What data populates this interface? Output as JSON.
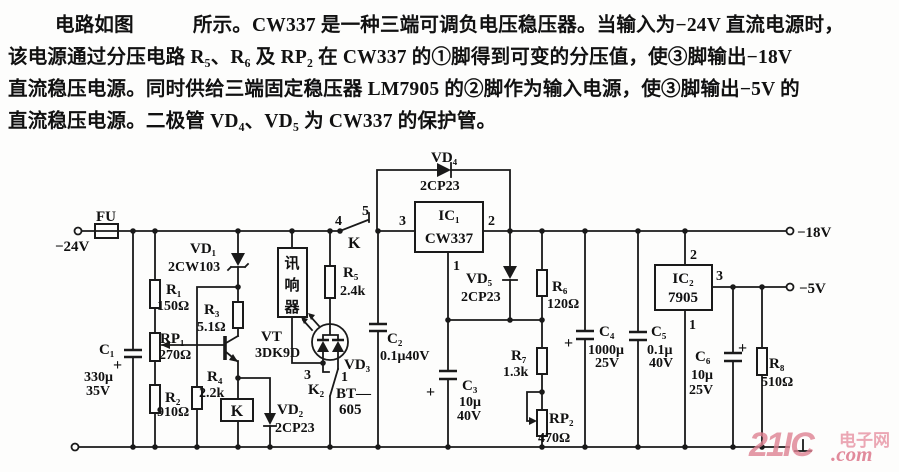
{
  "paragraph": {
    "lines": [
      "电路如图　　　所示。CW337 是一种三端可调负电压稳压器。当输入为−24V 直流电源时，",
      "该电源通过分压电路 R₅、R₆ 及 RP₂ 在 CW337 的①脚得到可变的分压值，使③脚输出−18V",
      "直流稳压电源。同时供给三端固定稳压器 LM7905 的②脚作为输入电源，使③脚输出−5V 的",
      "直流稳压电源。二极管 VD₄、VD₅ 为 CW337 的保护管。"
    ]
  },
  "circuit": {
    "ink": "#1a1a1a",
    "plus": "+",
    "terminals": {
      "vin": "−24V",
      "vout18": "−18V",
      "vout5": "−5V"
    },
    "fuse": {
      "name": "FU"
    },
    "switch_k": {
      "name": "K",
      "pin4": "4",
      "pin5": "5"
    },
    "switch_k2": {
      "name": "K₂",
      "pin3": "3",
      "pin1": "1"
    },
    "buzzer": {
      "char1": "讯",
      "char2": "响",
      "char3": "器",
      "model1": "BT—",
      "model2": "605"
    },
    "relay": {
      "name": "K"
    },
    "components": {
      "R1": {
        "name": "R₁",
        "value": "150Ω"
      },
      "R2": {
        "name": "R₂",
        "value": "910Ω"
      },
      "R3": {
        "name": "R₃",
        "value": "5.1Ω"
      },
      "R4": {
        "name": "R₄",
        "value": "2.2k"
      },
      "R5": {
        "name": "R₅",
        "value": "2.4k"
      },
      "R6": {
        "name": "R₆",
        "value": "120Ω"
      },
      "R7": {
        "name": "R₇",
        "value": "1.3k"
      },
      "R8": {
        "name": "R₈",
        "value": "510Ω"
      },
      "RP1": {
        "name": "RP₁",
        "value": "270Ω"
      },
      "RP2": {
        "name": "RP₂",
        "value": "470Ω"
      },
      "C1": {
        "name": "C₁",
        "value1": "330μ",
        "value2": "35V"
      },
      "C2": {
        "name": "C₂",
        "value1": "0.1μ40V"
      },
      "C3": {
        "name": "C₃",
        "value1": "10μ",
        "value2": "40V"
      },
      "C4": {
        "name": "C₄",
        "value1": "1000μ",
        "value2": "25V"
      },
      "C5": {
        "name": "C₅",
        "value1": "0.1μ",
        "value2": "40V"
      },
      "C6": {
        "name": "C₆",
        "value1": "10μ",
        "value2": "25V"
      },
      "VD1": {
        "name": "VD₁",
        "value": "2CW103"
      },
      "VD2": {
        "name": "VD₂",
        "value": "2CP23"
      },
      "VD3": {
        "name": "VD₃"
      },
      "VD4": {
        "name": "VD₄",
        "value": "2CP23"
      },
      "VD5": {
        "name": "VD₅",
        "value": "2CP23"
      },
      "VT": {
        "name": "VT",
        "value": "3DK9D"
      },
      "IC1": {
        "name": "IC₁",
        "value": "CW337",
        "pin1": "1",
        "pin2": "2",
        "pin3": "3"
      },
      "IC2": {
        "name": "IC₂",
        "value": "7905",
        "pin1": "1",
        "pin2": "2",
        "pin3": "3"
      }
    }
  },
  "watermark": {
    "part1": "21IC",
    "part2": "电子网",
    "part3": ".com",
    "color": "#df8292"
  }
}
